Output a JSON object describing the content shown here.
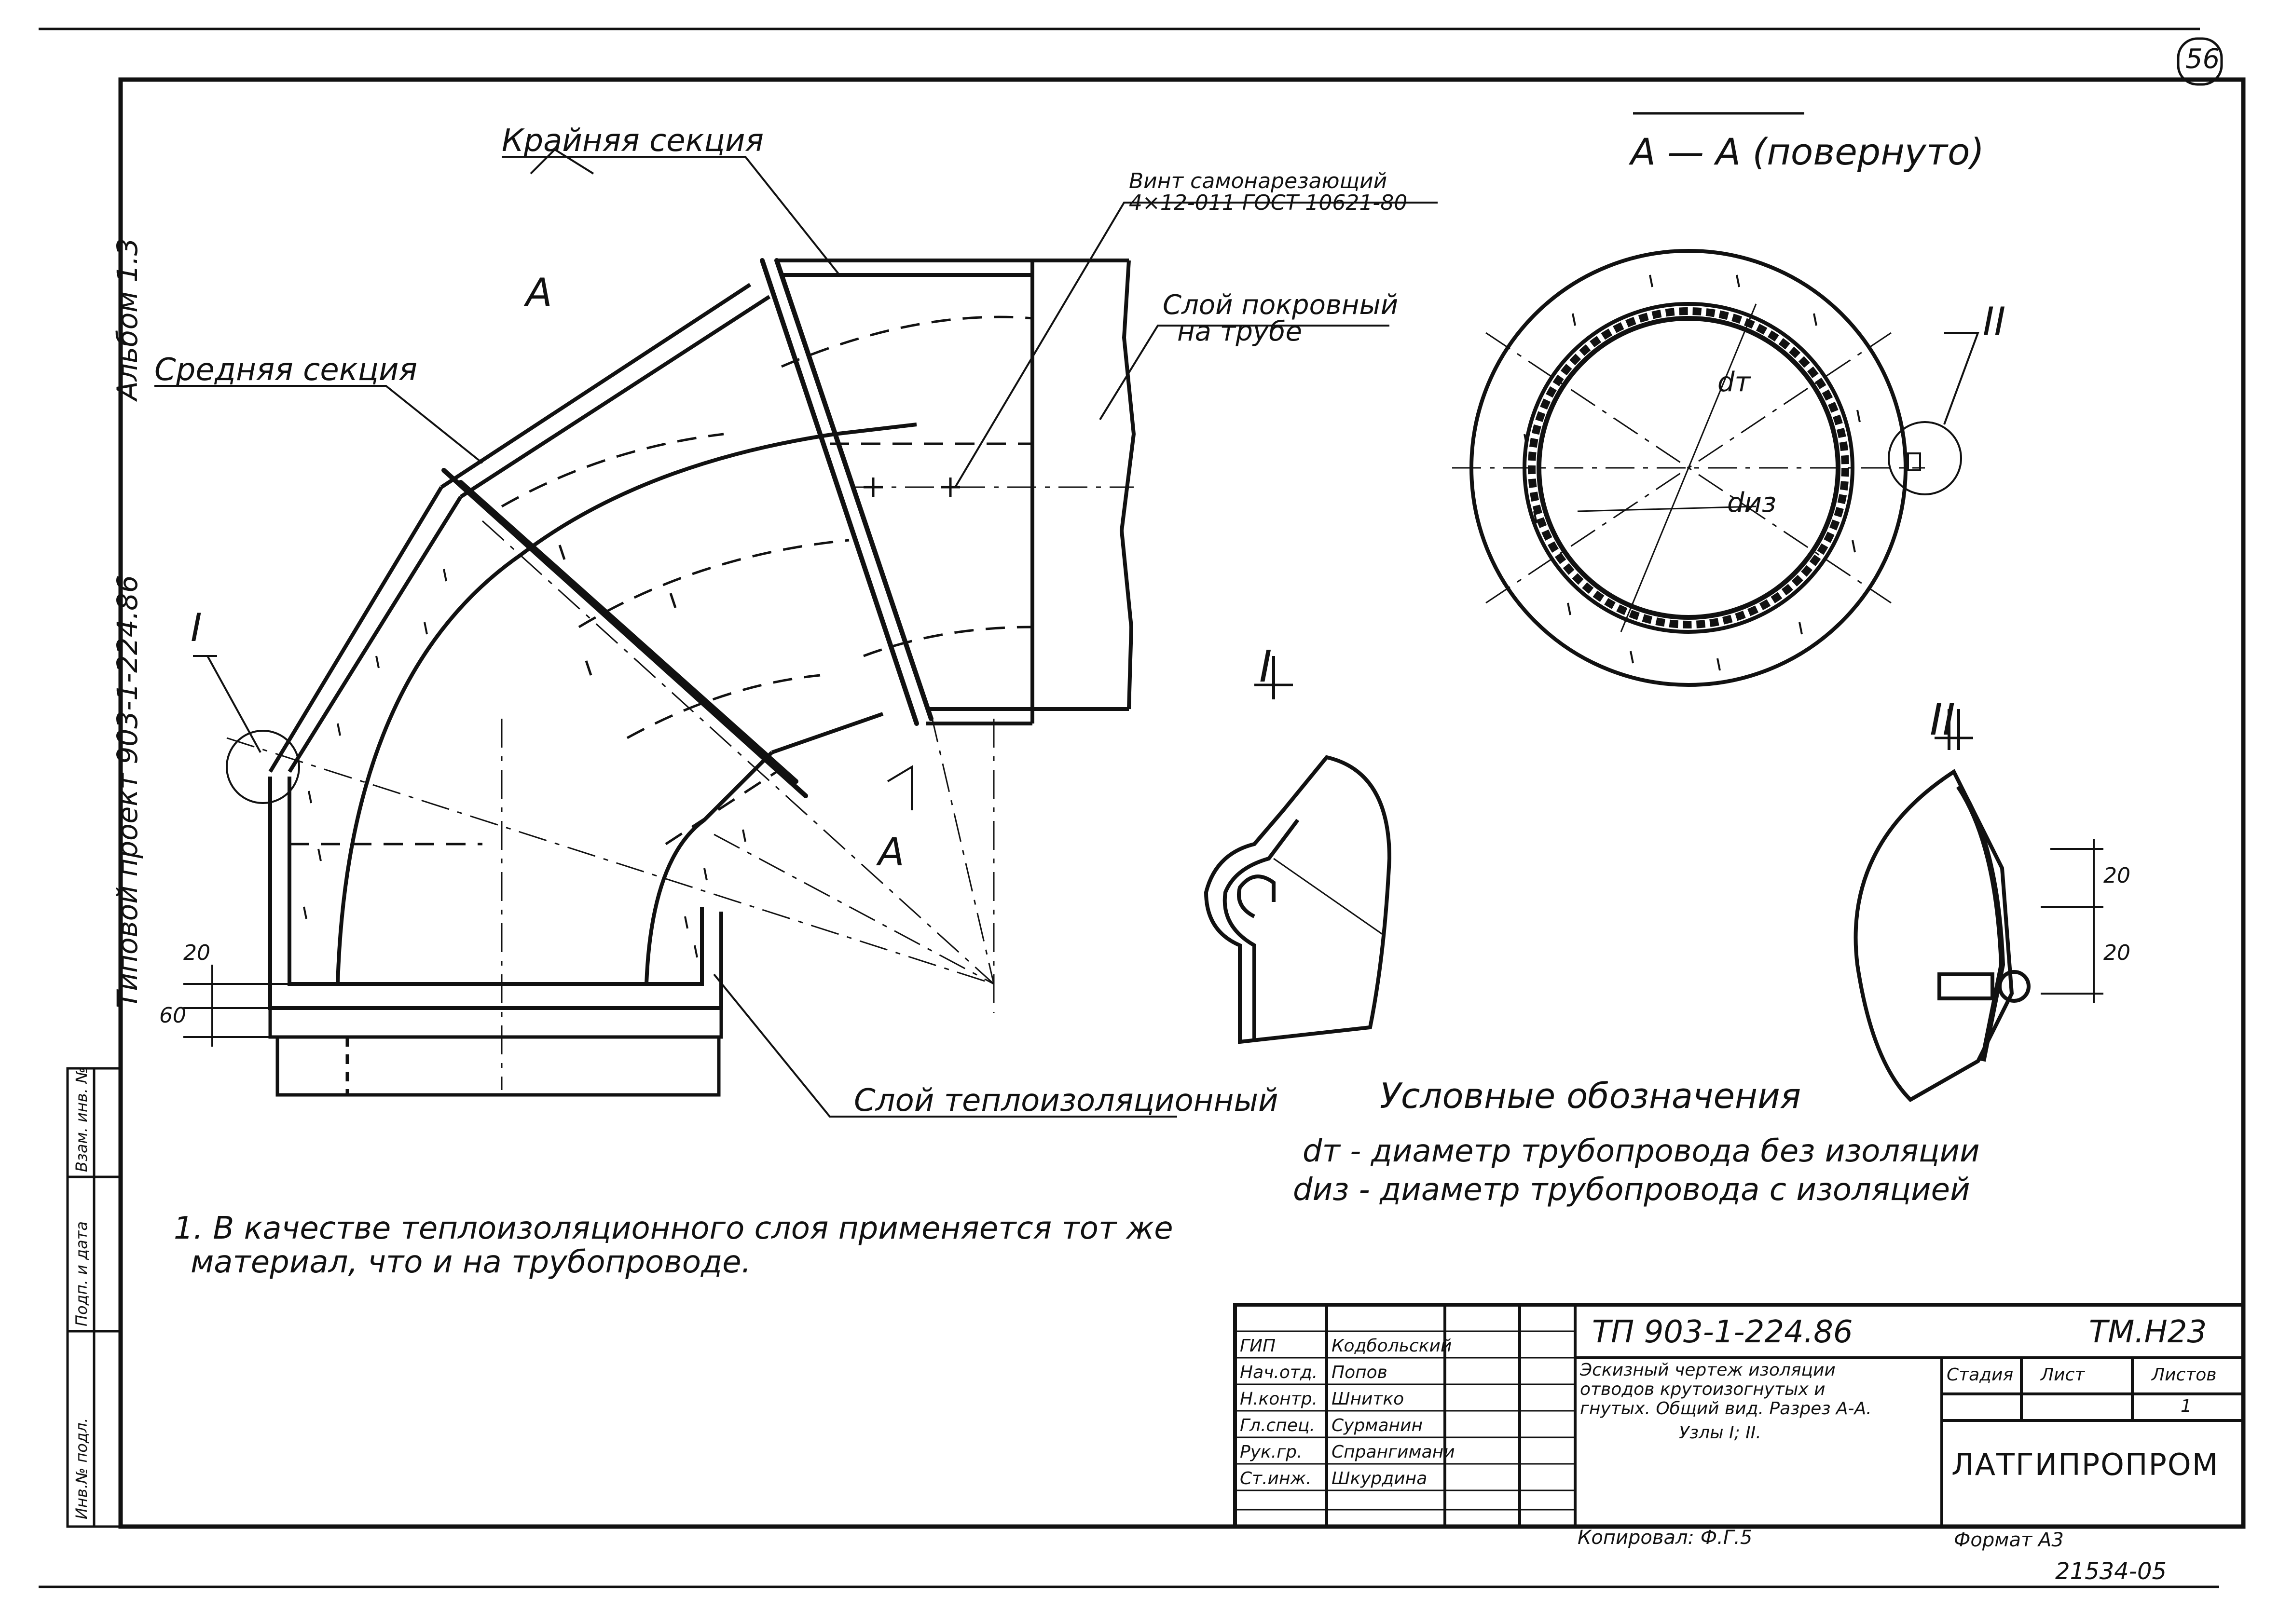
{
  "sheet_number": "56",
  "side_labels": {
    "album": "Альбом 1.3",
    "project": "Типовой проект 903-1-224.86",
    "stamp_cells": [
      "Инв.№ подл.",
      "Подп. и дата",
      "Взам. инв. №"
    ]
  },
  "callouts": {
    "outer_section": "Крайняя секция",
    "middle_section": "Средняя секция",
    "screw_line1": "Винт самонарезающий",
    "screw_line2": "4×12-011 ГОСТ 10621-80",
    "cover_line1": "Слой покровный",
    "cover_line2": "на трубе",
    "insulation_layer": "Слой теплоизоляционный",
    "section_a_top": "А",
    "section_a_bottom": "А",
    "node_i": "I",
    "dim_20": "20",
    "dim_60": "60"
  },
  "section_view": {
    "title": "А — А (повернуто)",
    "dm": "dт",
    "diz": "dиз",
    "node_ii": "II"
  },
  "details": {
    "detail_i": "I",
    "detail_ii": "II",
    "dim_20_top": "20",
    "dim_20_bottom": "20"
  },
  "legend": {
    "title": "Условные обозначения",
    "line1": "dт - диаметр трубопровода без изоляции",
    "line2": "dиз - диаметр трубопровода с изоляцией"
  },
  "note": {
    "line1": "1. В качестве теплоизоляционного слоя применяется тот же",
    "line2": "материал, что и на трубопроводе."
  },
  "title_block": {
    "code": "ТП 903-1-224.86",
    "sheet_code": "ТМ.Н23",
    "title_line1": "Эскизный чертеж изоляции",
    "title_line2": "отводов крутоизогнутых и",
    "title_line3": "гнутых. Общий вид. Разрез А-А.",
    "title_line4": "Узлы I; II.",
    "col_stage": "Стадия",
    "col_sheet": "Лист",
    "col_sheets": "Листов",
    "sheets_value": "1",
    "org": "ЛАТГИПРОПРОМ",
    "roles": [
      "ГИП",
      "Нач.отд.",
      "Н.контр.",
      "Гл.спец.",
      "Рук.гр.",
      "Ст.инж."
    ],
    "names": [
      "Кодбольский",
      "Попов",
      "Шнитко",
      "Сурманин",
      "Спрангимани",
      "Шкурдина"
    ],
    "copied": "Копировал: Ф.Г.5",
    "format": "Формат А3",
    "archive": "21534-05"
  }
}
